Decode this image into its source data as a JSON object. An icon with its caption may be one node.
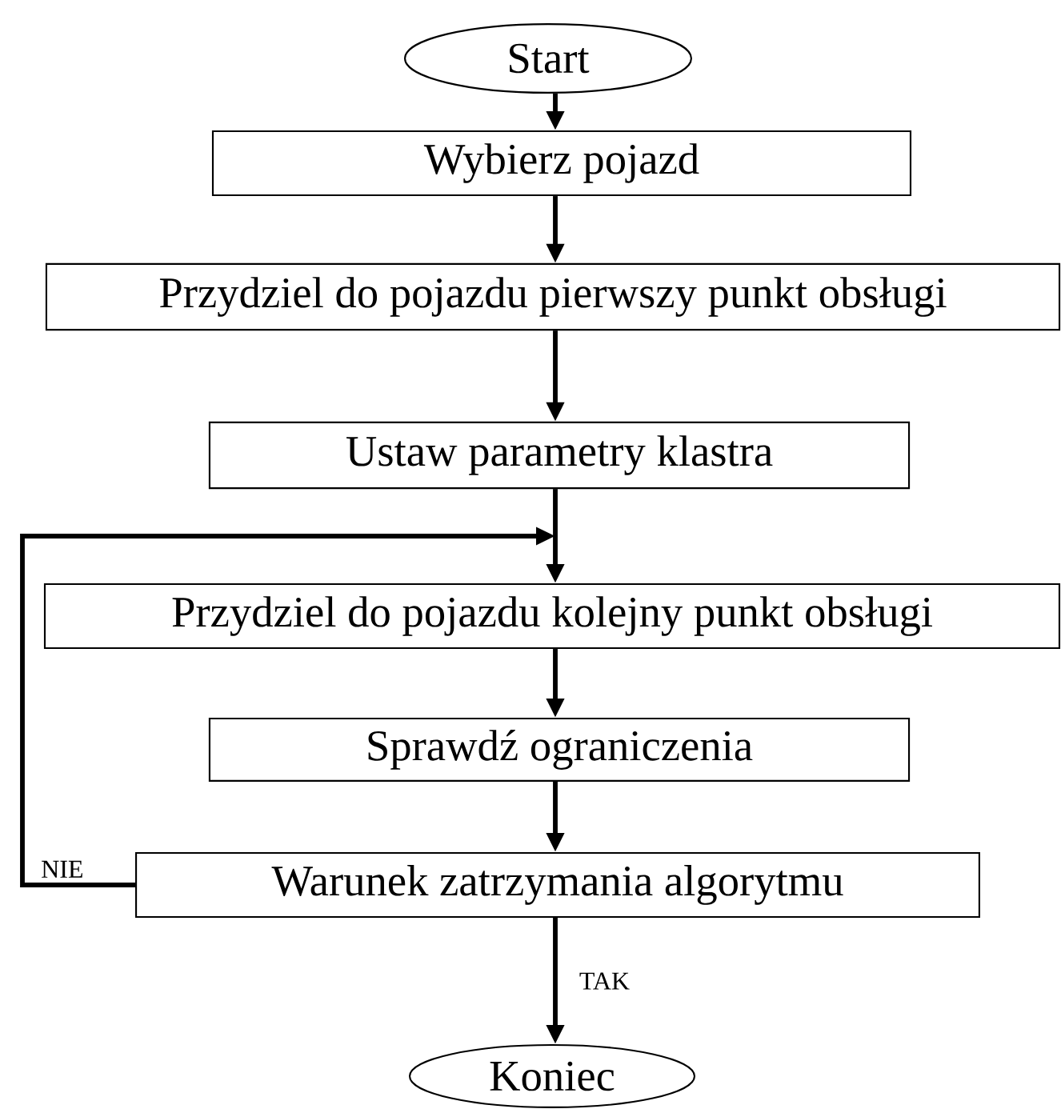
{
  "diagram": {
    "nodes": [
      {
        "text": [
          "Start"
        ]
      },
      {
        "text": [
          "Wybierz pojazd"
        ]
      },
      {
        "text": [
          "Przydziel do pojazdu pierwszy punkt obsługi"
        ]
      },
      {
        "text": [
          "Ustaw parametry klastra"
        ]
      },
      {
        "text": [
          "Przydziel do pojazdu kolejny punkt obsługi"
        ]
      },
      {
        "text": [
          "Sprawdź ograniczenia"
        ]
      },
      {
        "text": [
          "Warunek zatrzymania algorytmu"
        ]
      },
      {
        "text": [
          "Koniec"
        ]
      }
    ],
    "edges": [
      {
        "from": 0,
        "to": 1,
        "arrow": "to"
      },
      {
        "from": 1,
        "to": 2,
        "arrow": "to"
      },
      {
        "from": 2,
        "to": 3,
        "arrow": "to"
      },
      {
        "from": 3,
        "to": 4,
        "arrow": "to"
      },
      {
        "from": 4,
        "to": 5,
        "arrow": "to"
      },
      {
        "from": 5,
        "to": 6,
        "arrow": "to"
      },
      {
        "from": 6,
        "to": 7,
        "arrow": "to",
        "label": "TAK"
      },
      {
        "from": 6,
        "to": 4,
        "arrow": "to",
        "label": "NIE"
      }
    ]
  }
}
